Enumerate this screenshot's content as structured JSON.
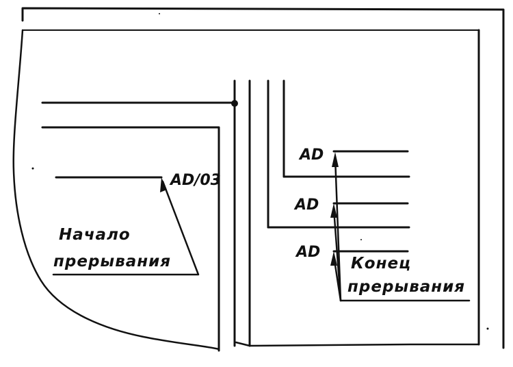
{
  "labels": {
    "start_code": "AD/03",
    "start_note_line1": "Начало",
    "start_note_line2": "прерывания",
    "end_code_1": "AD",
    "end_code_2": "AD",
    "end_code_3": "AD",
    "end_note_line1": "Конец",
    "end_note_line2": "прерывания"
  },
  "colors": {
    "ink": "#111111",
    "paper": "#ffffff"
  }
}
